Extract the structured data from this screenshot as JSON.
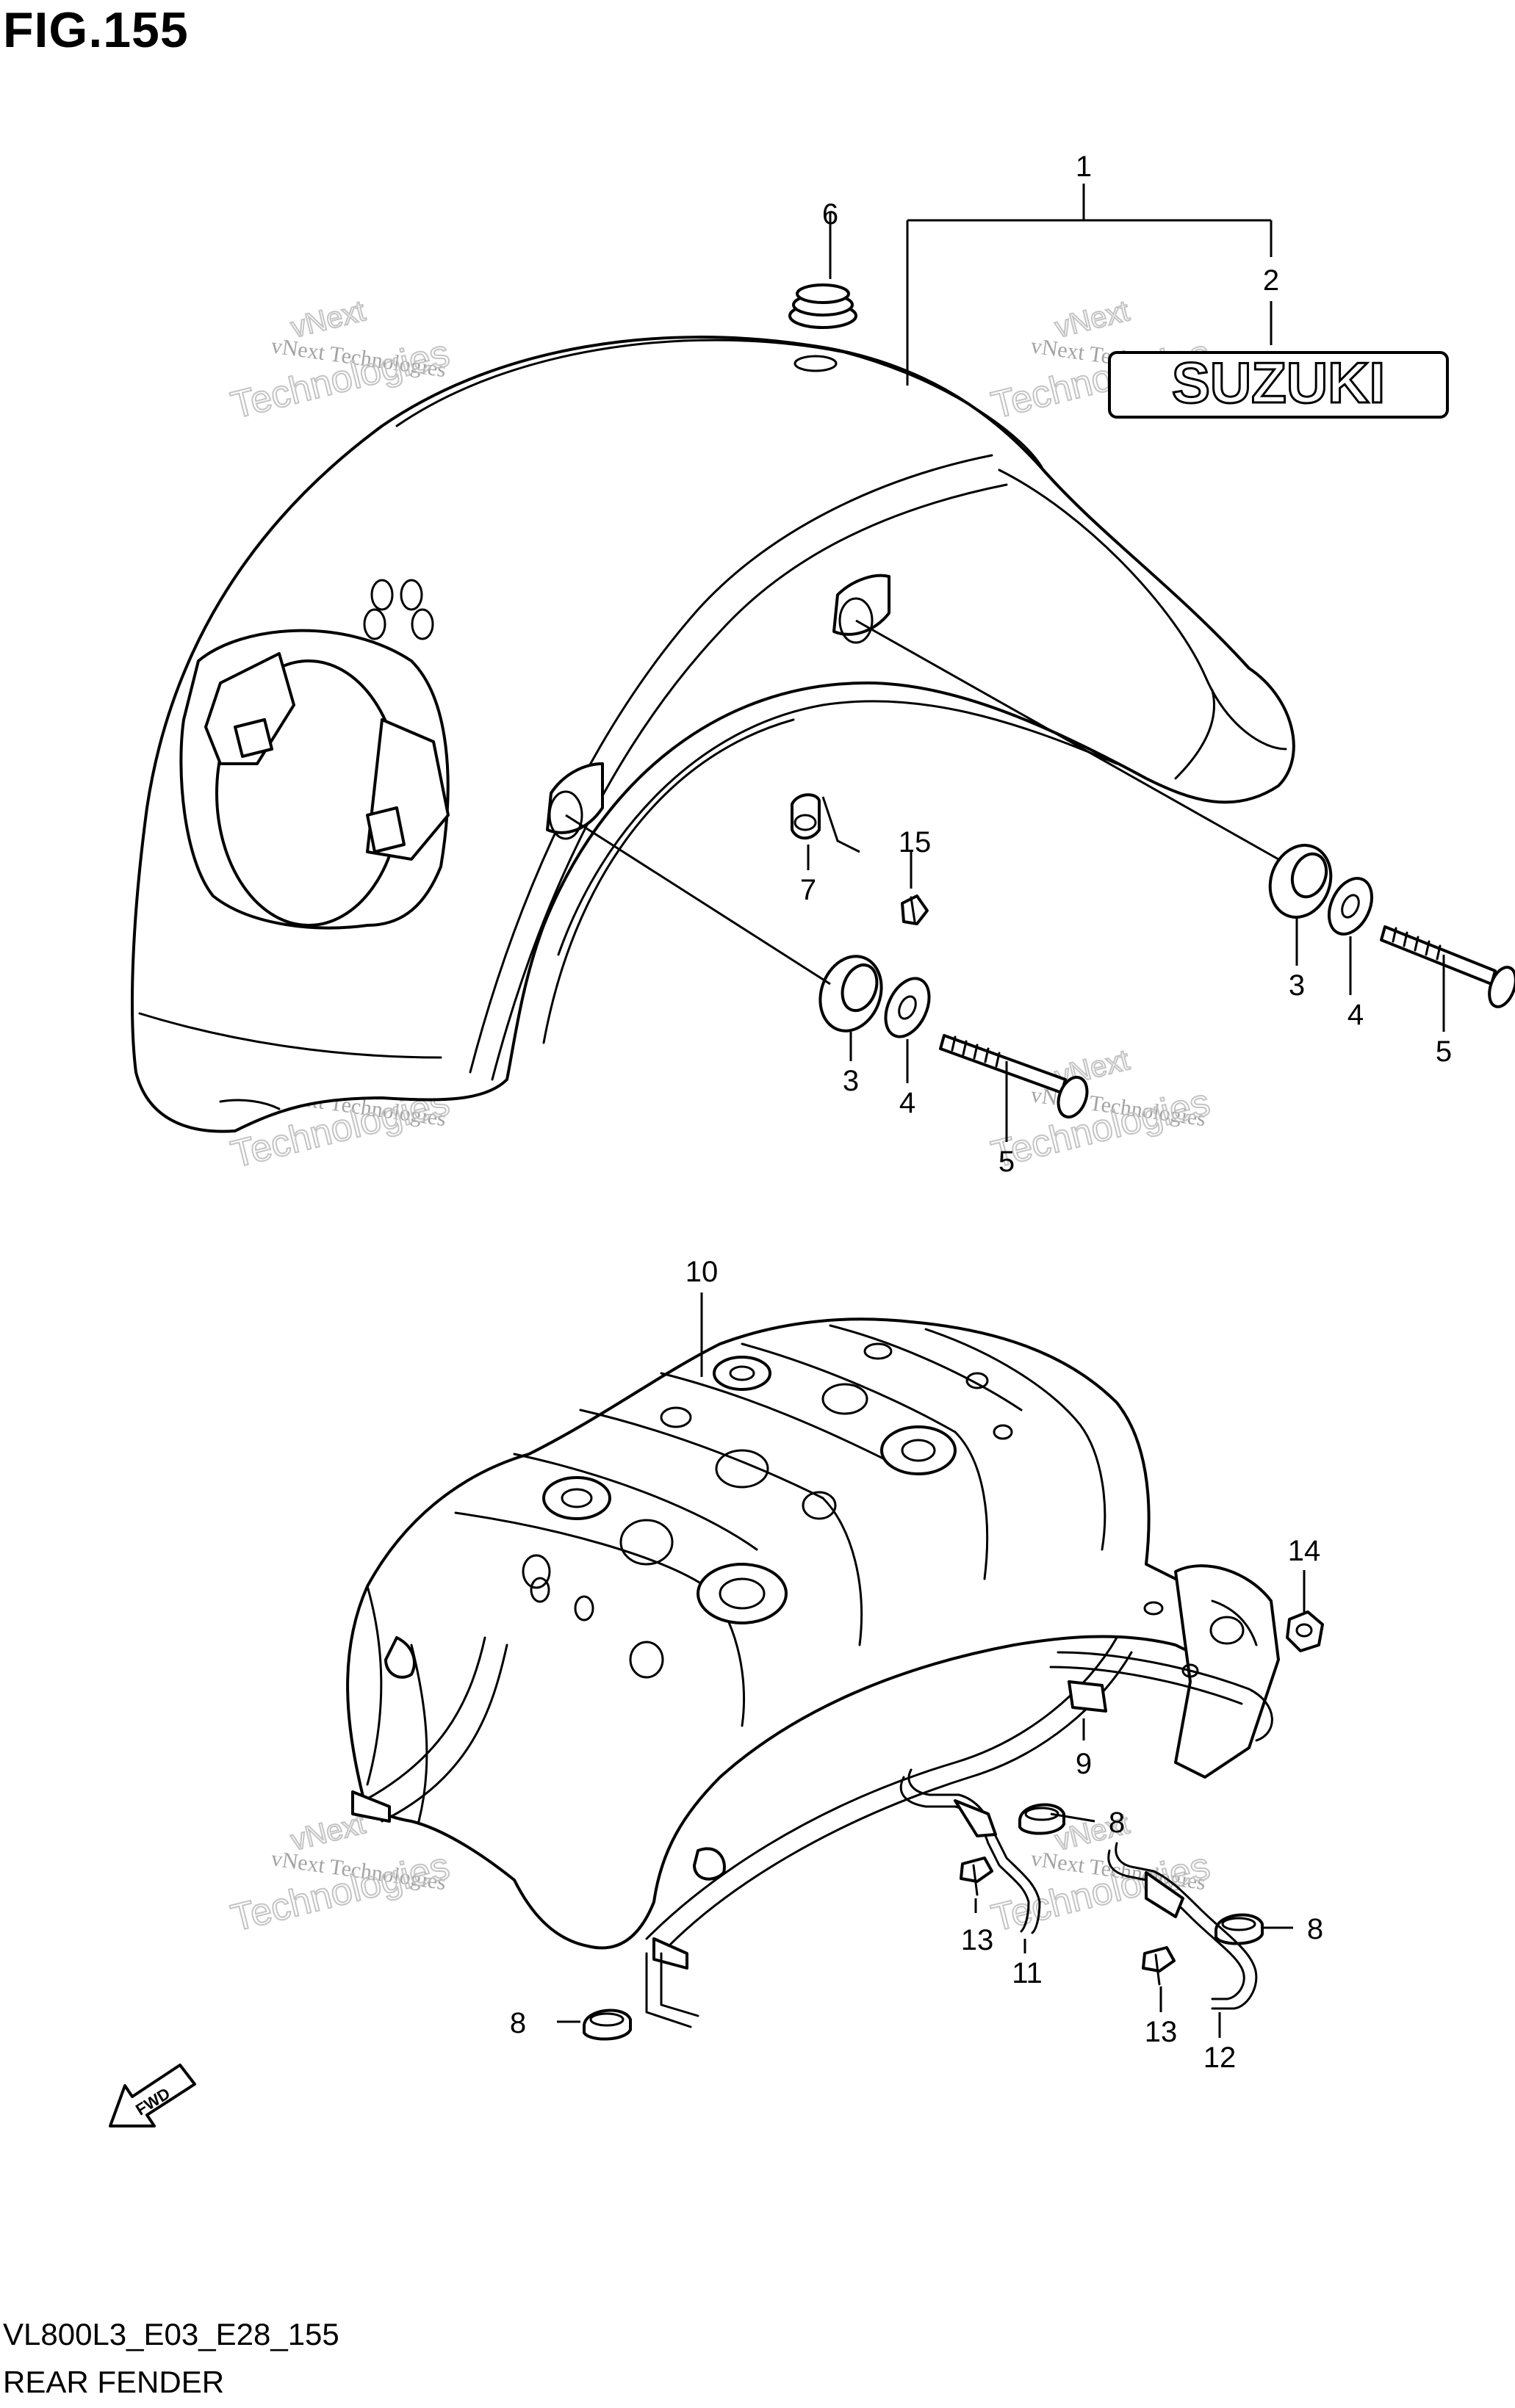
{
  "header": {
    "figure": "FIG.155"
  },
  "footer": {
    "model_code": "VL800L3_E03_E28_155",
    "name": "REAR FENDER"
  },
  "emblem": {
    "text": "SUZUKI"
  },
  "fwd_arrow": {
    "text": "FWD"
  },
  "watermark": {
    "line1": "vNext Technologies",
    "line2": "vNext",
    "line3": "Technologies"
  },
  "callouts": {
    "c1": "1",
    "c2": "2",
    "c3a": "3",
    "c3b": "3",
    "c4a": "4",
    "c4b": "4",
    "c5a": "5",
    "c5b": "5",
    "c6": "6",
    "c7": "7",
    "c8a": "8",
    "c8b": "8",
    "c8c": "8",
    "c9": "9",
    "c10": "10",
    "c11": "11",
    "c12": "12",
    "c13a": "13",
    "c13b": "13",
    "c14": "14",
    "c15": "15"
  }
}
